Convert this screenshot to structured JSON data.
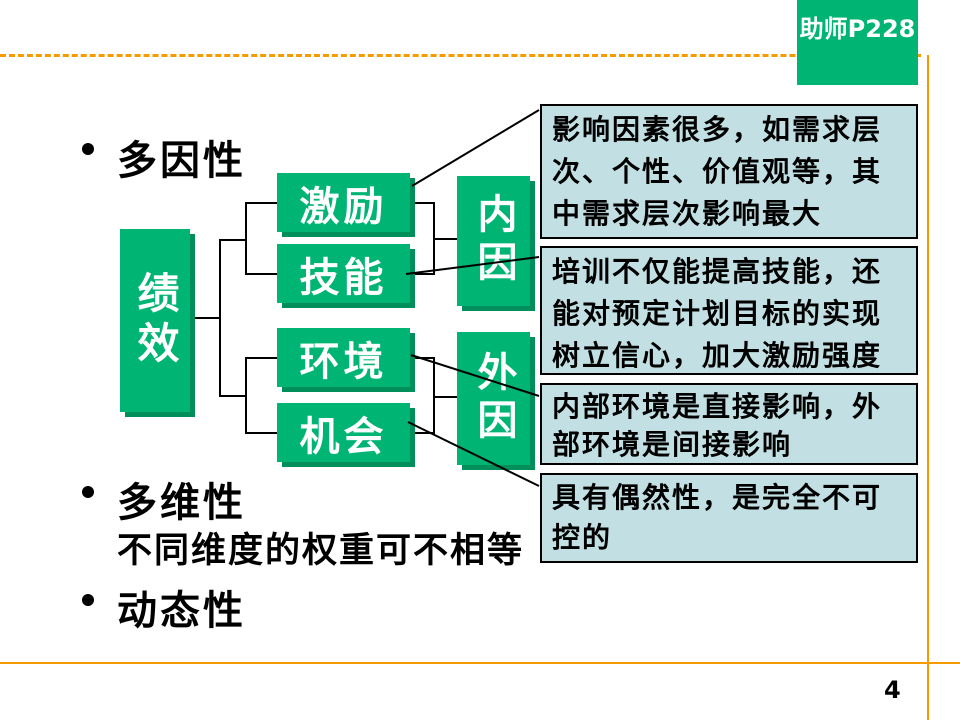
{
  "slide": {
    "badge_label": "助师P228",
    "page_number": "4"
  },
  "bullets": {
    "item1": "多因性",
    "item2": "多维性",
    "item2_sub": "不同维度的权重可不相等",
    "item3": "动态性"
  },
  "diagram": {
    "root": "绩效",
    "factor1": "激励",
    "factor2": "技能",
    "factor3": "环境",
    "factor4": "机会",
    "group1": "内因",
    "group2": "外因"
  },
  "notes": {
    "note1": "影响因素很多，如需求层次、个性、价值观等，其中需求层次影响最大",
    "note2": "培训不仅能提高技能，还能对预定计划目标的实现树立信心，加大激励强度",
    "note3": "内部环境是直接影响，外部环境是间接影响",
    "note4": "具有偶然性，是完全不可控的"
  },
  "colors": {
    "box_green": "#00B473",
    "box_green_shadow": "#008F5A",
    "note_background": "#C2E0E3",
    "accent_orange": "#F59B00",
    "text_black": "#000000",
    "text_white": "#FFFFFF"
  }
}
